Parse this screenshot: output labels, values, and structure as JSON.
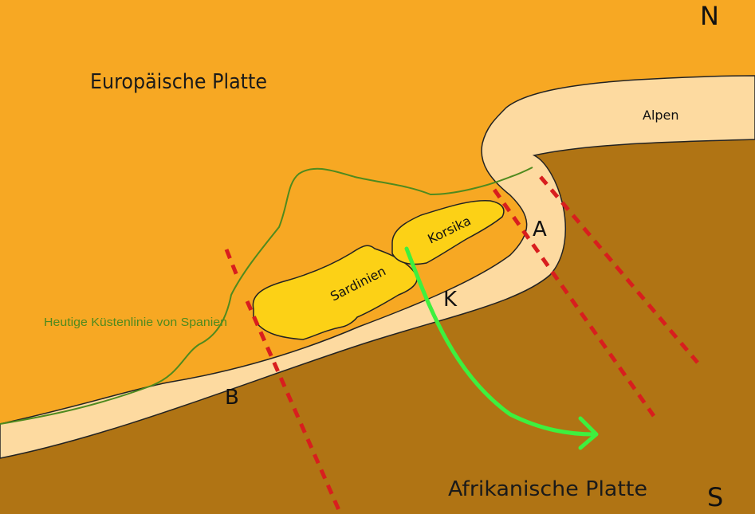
{
  "colors": {
    "european_plate": "#f7a823",
    "african_plate": "#b07414",
    "orogen_belt": "#fddaa0",
    "islands": "#fcd116",
    "coastline": "#4f8a1e",
    "faults": "#d81e1e",
    "movement_arrow": "#3ef03e"
  },
  "compass": {
    "north": "N",
    "south": "S"
  },
  "plates": {
    "european": "Europäische Platte",
    "african": "Afrikanische Platte"
  },
  "regions": {
    "alps": "Alpen",
    "corsica": "Korsika",
    "sardinia": "Sardinien"
  },
  "coastline_label": "Heutige  Küstenlinie von Spanien",
  "markers": {
    "a": "A",
    "b": "B",
    "k": "K"
  },
  "icons": {
    "movement": "curved-arrow-icon",
    "faults": "dashed-fault-line"
  }
}
